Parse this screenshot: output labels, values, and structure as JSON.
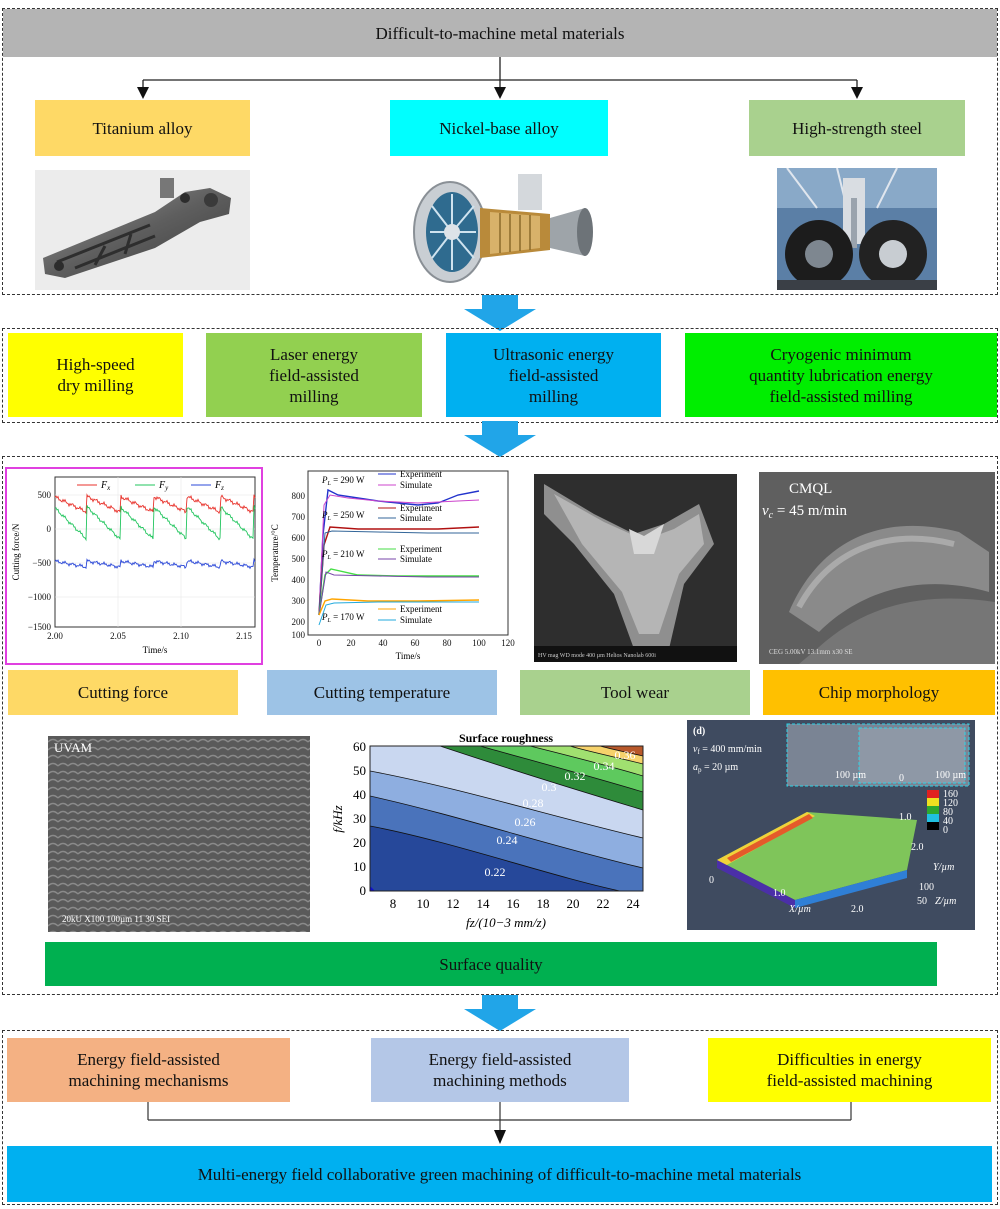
{
  "colors": {
    "gray": "#b4b4b4",
    "yellow_light": "#fed966",
    "cyan": "#00ffff",
    "green_light": "#a9d18e",
    "yellow": "#ffff00",
    "green_mid": "#92d050",
    "blue": "#00b0f0",
    "green_bright": "#00ee00",
    "blue_light": "#9dc3e6",
    "orange": "#ffc000",
    "green_dark": "#00b050",
    "salmon": "#f4b183",
    "blue_pale": "#b4c7e7",
    "arrow_blue": "#21a5e8"
  },
  "header": {
    "title": "Difficult-to-machine metal materials"
  },
  "materials": [
    {
      "label": "Titanium alloy",
      "image": "titanium-part-photo"
    },
    {
      "label": "Nickel-base alloy",
      "image": "turbofan-engine-photo"
    },
    {
      "label": "High-strength steel",
      "image": "landing-gear-photo"
    }
  ],
  "methods": [
    {
      "label": "High-speed\ndry milling"
    },
    {
      "label": "Laser energy\nfield-assisted\nmilling"
    },
    {
      "label": "Ultrasonic energy\nfield-assisted\nmilling"
    },
    {
      "label": "Cryogenic minimum\nquantity lubrication energy\nfield-assisted milling"
    }
  ],
  "force_chart": {
    "ylabel": "Cutting force/N",
    "xlabel": "Time/s",
    "yticks": [
      "500",
      "0",
      "−500",
      "−1000",
      "−1500"
    ],
    "xticks": [
      "2.00",
      "2.05",
      "2.10",
      "2.15"
    ],
    "legend": [
      {
        "name": "F",
        "sub": "x",
        "color": "#e8322b"
      },
      {
        "name": "F",
        "sub": "y",
        "color": "#22c55e"
      },
      {
        "name": "F",
        "sub": "z",
        "color": "#2b48d8"
      }
    ]
  },
  "temp_chart": {
    "ylabel": "Temperature/°C",
    "xlabel": "Time/s",
    "yticks": [
      "800",
      "700",
      "600",
      "500",
      "400",
      "300",
      "200",
      "100"
    ],
    "xticks": [
      "0",
      "20",
      "40",
      "60",
      "80",
      "100",
      "120"
    ],
    "powers": [
      "290 W",
      "250 W",
      "210 W",
      "170 W"
    ],
    "power_prefix": "P",
    "power_sub": "L",
    "exp_label": "Experiment",
    "sim_label": "Simulate"
  },
  "tool_wear_image": {
    "footer": "HV   mag   WD   mode        400 µm        Helios Nanolab 600i"
  },
  "chip_image": {
    "label": "CMQL",
    "speed_var": "v",
    "speed_sub": "c",
    "speed_value": " = 45 m/min",
    "footer": "CEG 5.00kV 13.1mm x30 SE"
  },
  "aspects": [
    {
      "label": "Cutting force"
    },
    {
      "label": "Cutting temperature"
    },
    {
      "label": "Tool wear"
    },
    {
      "label": "Chip morphology"
    }
  ],
  "uvam_image": {
    "label": "UVAM",
    "footer": "20kU     X100  100µm      11 30 SEI"
  },
  "roughness_chart": {
    "title": "Surface roughness",
    "ylabel": "f/kHz",
    "xlabel": "fz/(10−3 mm/z)",
    "yticks": [
      "60",
      "50",
      "40",
      "30",
      "20",
      "10",
      "0"
    ],
    "xticks": [
      "8",
      "10",
      "12",
      "14",
      "16",
      "18",
      "20",
      "22",
      "24"
    ],
    "contour_labels": [
      "0.36",
      "0.34",
      "0.32",
      "0.3",
      "0.28",
      "0.26",
      "0.24",
      "0.22"
    ]
  },
  "surface3d": {
    "tag": "(d)",
    "vf": " = 400 mm/min",
    "ap": " = 20 µm",
    "scale1": "100 µm",
    "scale2": "100 µm",
    "colorbar": [
      "160",
      "120",
      "80",
      "40",
      "0"
    ],
    "y_axis": "Y/µm",
    "x_axis": "X/µm",
    "z_axis": "Z/µm",
    "y_ticks": [
      "0",
      "1.0",
      "2.0"
    ],
    "x_ticks": [
      "0",
      "1.0",
      "2.0"
    ],
    "z_ticks": [
      "100",
      "50"
    ]
  },
  "surface_quality": {
    "label": "Surface quality"
  },
  "research": [
    {
      "label": "Energy field-assisted\nmachining mechanisms"
    },
    {
      "label": "Energy field-assisted\nmachining methods"
    },
    {
      "label": "Difficulties in energy\nfield-assisted machining"
    }
  ],
  "footer": {
    "label": "Multi-energy field collaborative green machining of difficult-to-machine metal materials"
  }
}
